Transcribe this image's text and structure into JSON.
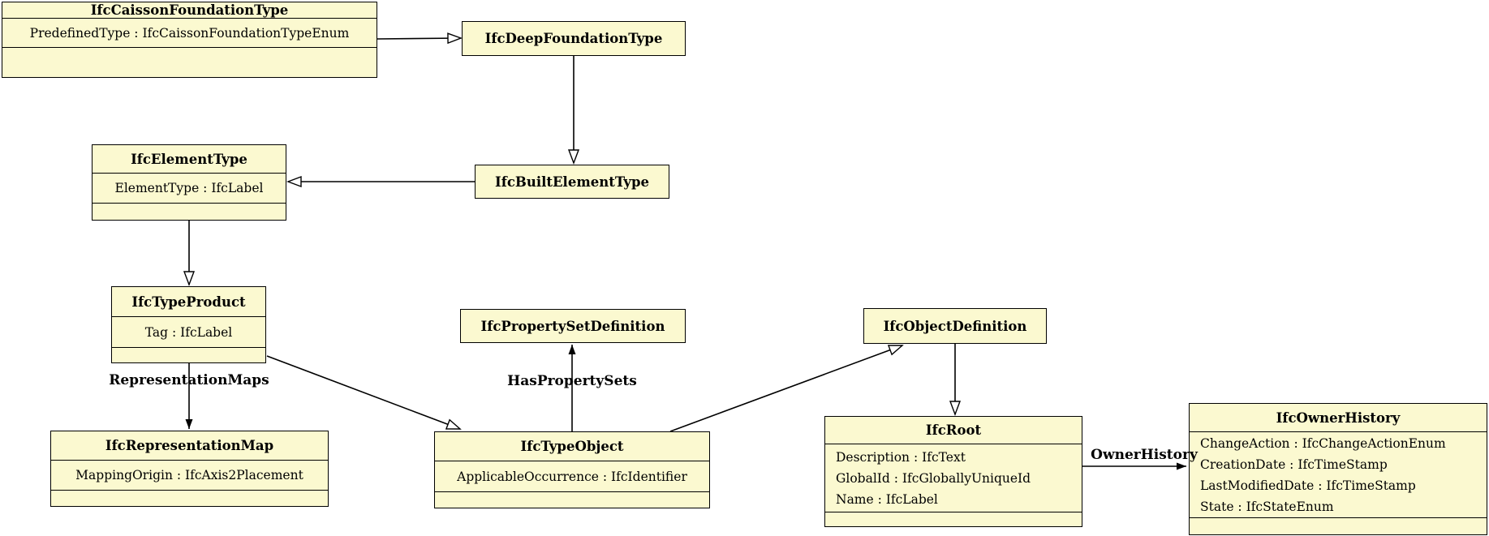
{
  "diagram": {
    "kind": "uml-class-diagram",
    "colors": {
      "box_fill": "#FBF9D0",
      "box_border": "#000000",
      "line": "#000000",
      "background": "#FFFFFF",
      "text": "#000000"
    },
    "classes": [
      {
        "name": "IfcCaissonFoundationType",
        "attributes": [
          "PredefinedType : IfcCaissonFoundationTypeEnum"
        ]
      },
      {
        "name": "IfcDeepFoundationType",
        "attributes": []
      },
      {
        "name": "IfcElementType",
        "attributes": [
          "ElementType : IfcLabel"
        ]
      },
      {
        "name": "IfcBuiltElementType",
        "attributes": []
      },
      {
        "name": "IfcTypeProduct",
        "attributes": [
          "Tag : IfcLabel"
        ]
      },
      {
        "name": "IfcPropertySetDefinition",
        "attributes": []
      },
      {
        "name": "IfcObjectDefinition",
        "attributes": []
      },
      {
        "name": "IfcRepresentationMap",
        "attributes": [
          "MappingOrigin : IfcAxis2Placement"
        ]
      },
      {
        "name": "IfcTypeObject",
        "attributes": [
          "ApplicableOccurrence : IfcIdentifier"
        ]
      },
      {
        "name": "IfcRoot",
        "attributes": [
          "Description : IfcText",
          "GlobalId : IfcGloballyUniqueId",
          "Name : IfcLabel"
        ]
      },
      {
        "name": "IfcOwnerHistory",
        "attributes": [
          "ChangeAction : IfcChangeActionEnum",
          "CreationDate : IfcTimeStamp",
          "LastModifiedDate : IfcTimeStamp",
          "State : IfcStateEnum"
        ]
      }
    ],
    "edge_labels": {
      "representation_maps": "RepresentationMaps",
      "has_property_sets": "HasPropertySets",
      "owner_history": "OwnerHistory"
    },
    "relationships": [
      {
        "type": "generalization",
        "from": "IfcCaissonFoundationType",
        "to": "IfcDeepFoundationType"
      },
      {
        "type": "generalization",
        "from": "IfcDeepFoundationType",
        "to": "IfcBuiltElementType"
      },
      {
        "type": "generalization",
        "from": "IfcBuiltElementType",
        "to": "IfcElementType"
      },
      {
        "type": "generalization",
        "from": "IfcElementType",
        "to": "IfcTypeProduct"
      },
      {
        "type": "generalization",
        "from": "IfcTypeProduct",
        "to": "IfcTypeObject"
      },
      {
        "type": "generalization",
        "from": "IfcTypeObject",
        "to": "IfcObjectDefinition"
      },
      {
        "type": "generalization",
        "from": "IfcObjectDefinition",
        "to": "IfcRoot"
      },
      {
        "type": "association",
        "from": "IfcTypeProduct",
        "to": "IfcRepresentationMap",
        "label": "RepresentationMaps"
      },
      {
        "type": "association",
        "from": "IfcTypeObject",
        "to": "IfcPropertySetDefinition",
        "label": "HasPropertySets"
      },
      {
        "type": "association",
        "from": "IfcRoot",
        "to": "IfcOwnerHistory",
        "label": "OwnerHistory"
      }
    ]
  }
}
